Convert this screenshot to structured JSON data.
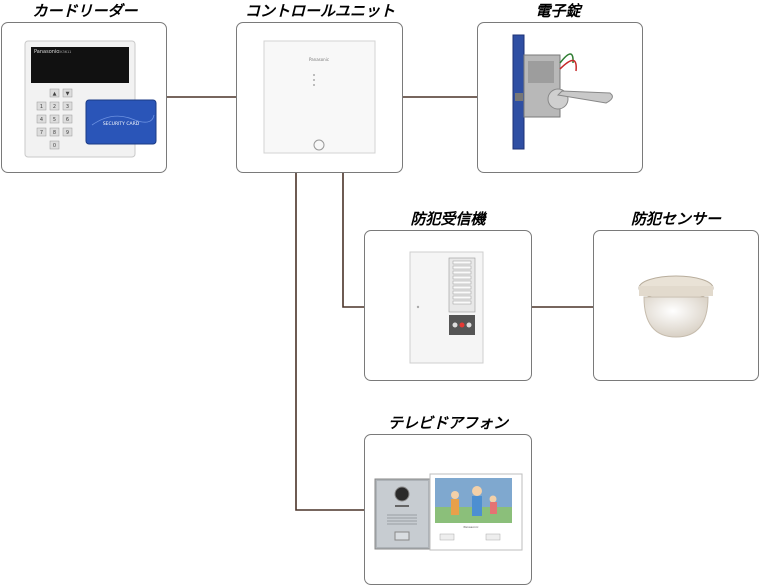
{
  "nodes": {
    "card_reader": {
      "label": "カードリーダー",
      "brand": "Panasonic",
      "model": "EK3611",
      "card_text": "SECURITY CARD",
      "keys": [
        "1",
        "2",
        "3",
        "4",
        "5",
        "6",
        "7",
        "8",
        "9",
        "0",
        "▲",
        "▼"
      ]
    },
    "control_unit": {
      "label": "コントロールユニット",
      "brand": "Panasonic"
    },
    "electric_lock": {
      "label": "電子錠"
    },
    "security_receiver": {
      "label": "防犯受信機"
    },
    "security_sensor": {
      "label": "防犯センサー"
    },
    "video_intercom": {
      "label": "テレビドアフォン",
      "brand": "Panasonic"
    }
  },
  "colors": {
    "wire": "#4a3328",
    "box_border": "#7a7a7a"
  }
}
